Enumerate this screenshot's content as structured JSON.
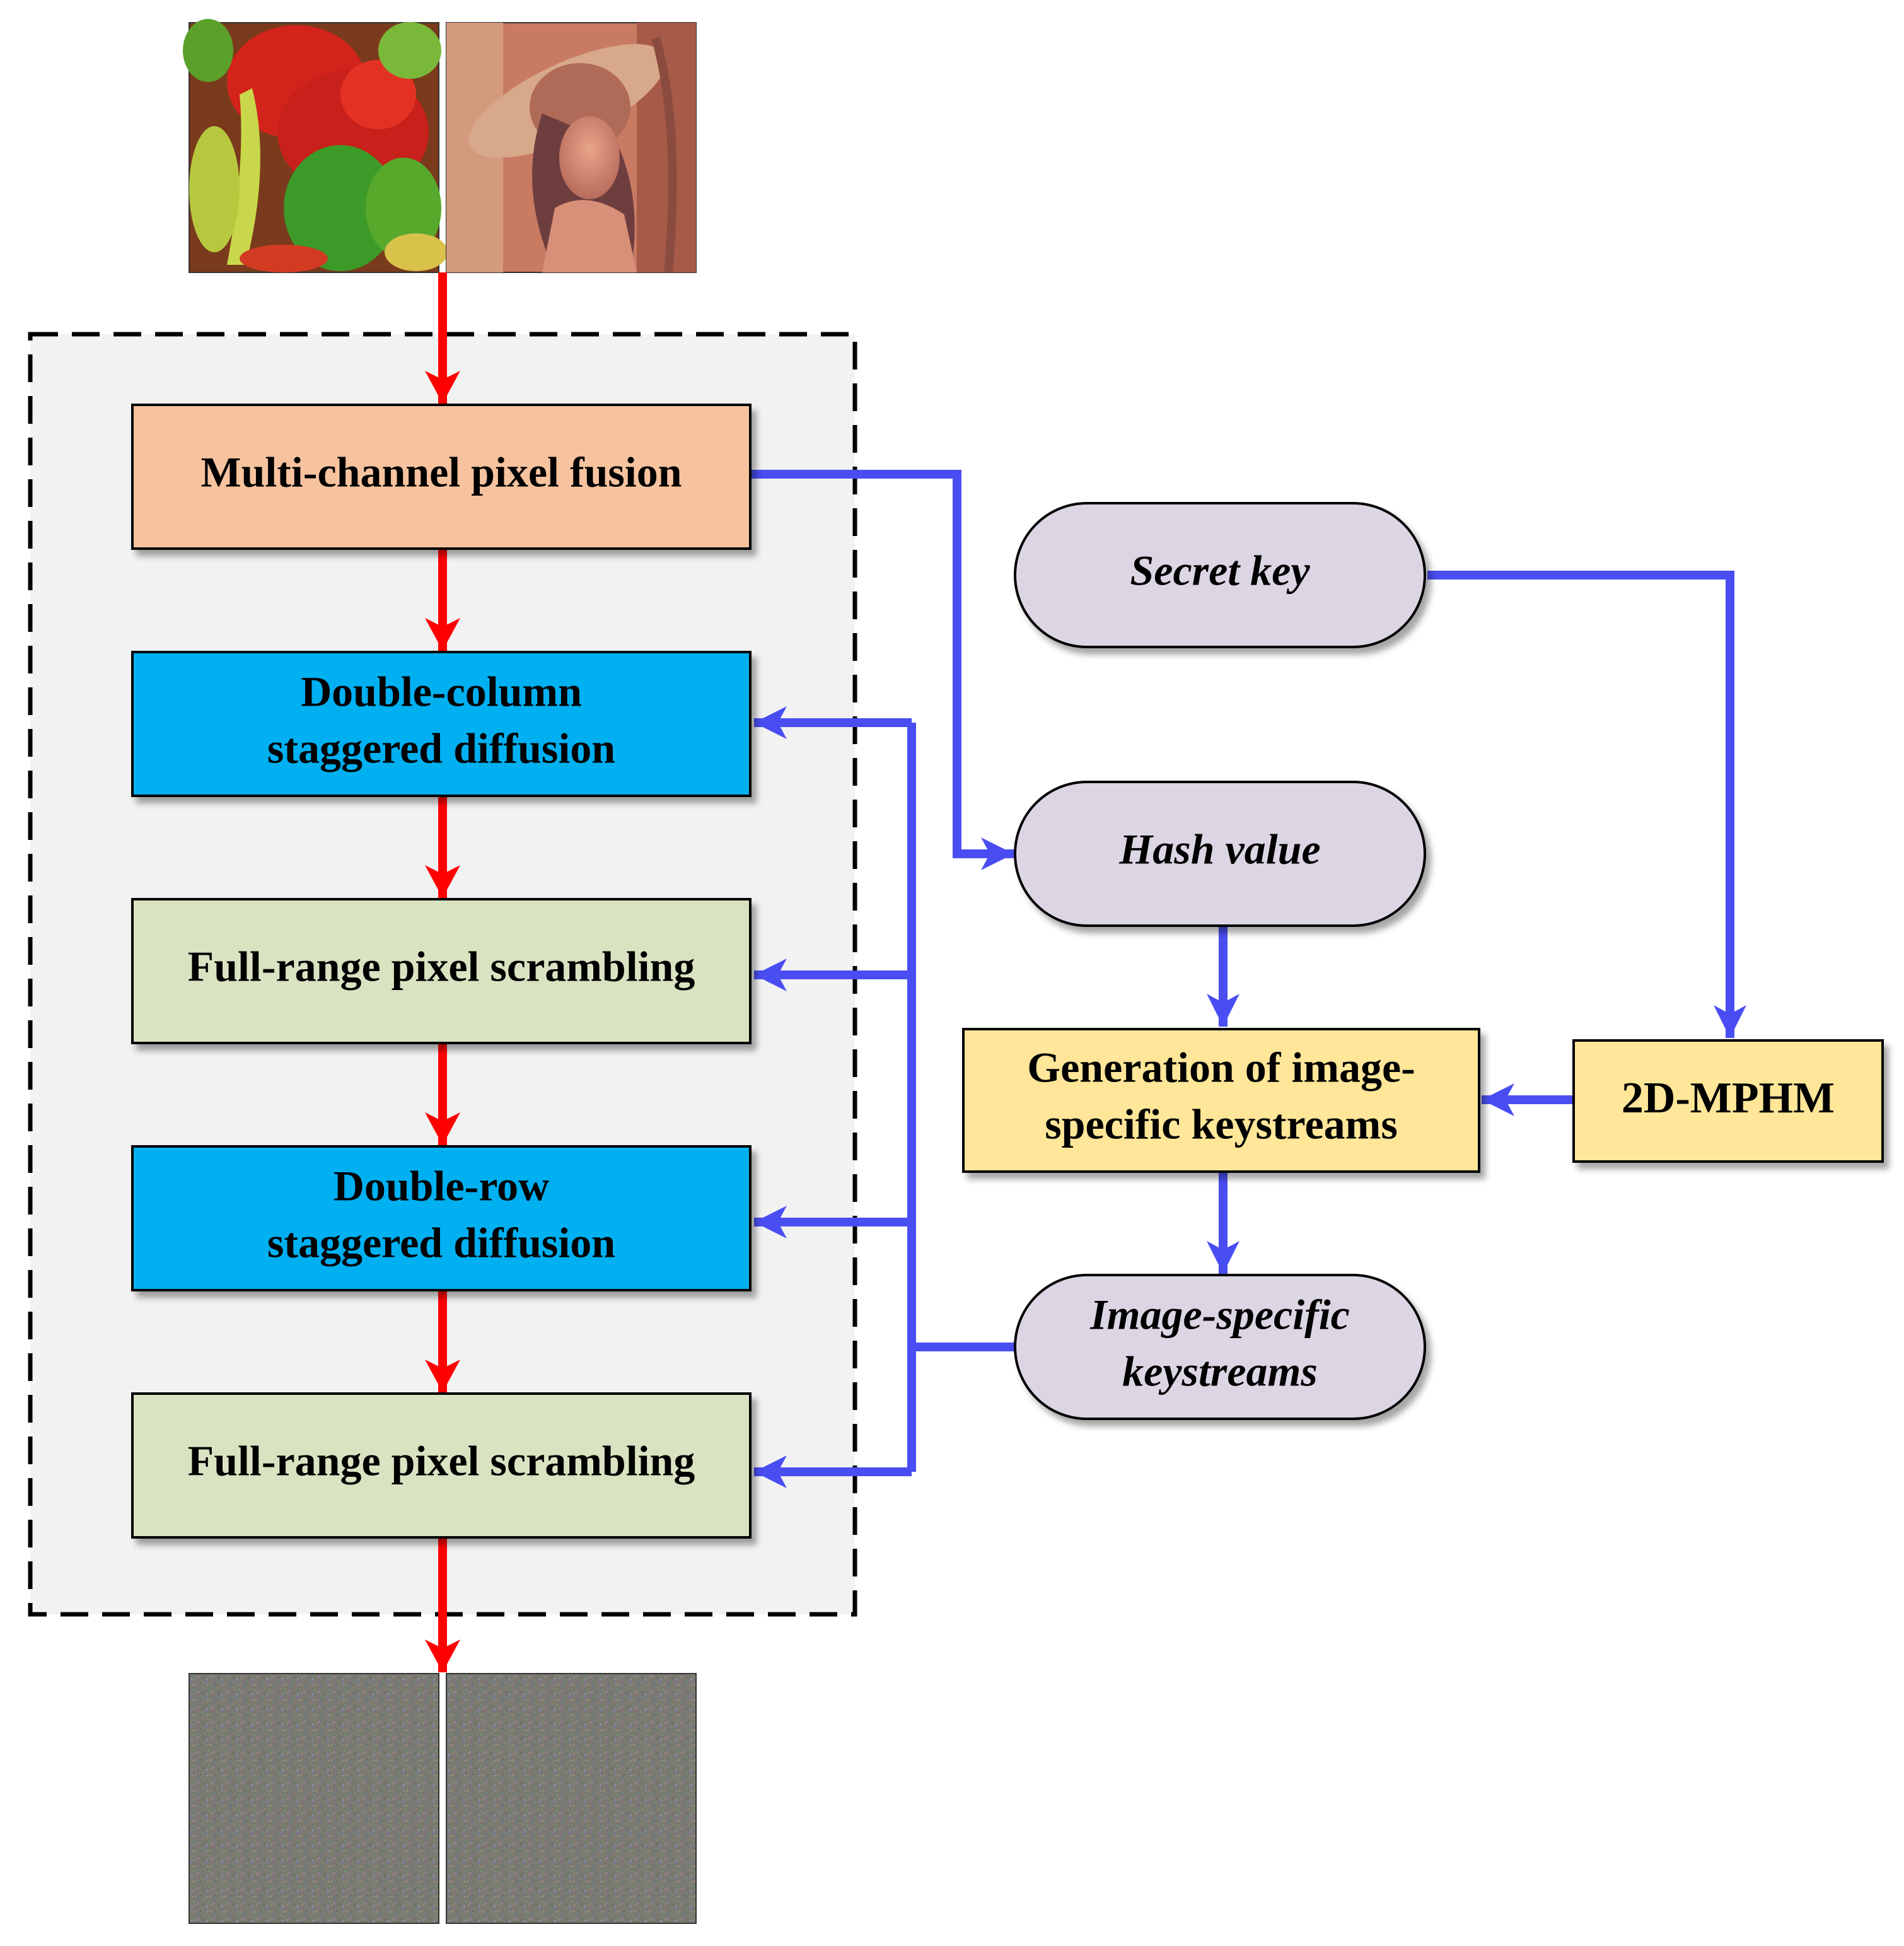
{
  "colors": {
    "red_arrow": "#ff0000",
    "blue_arrow": "#4a4ef2",
    "peach": "#f7c39f",
    "cyan": "#00b0f0",
    "sage": "#d9e3c2",
    "lavender": "#dcd6e4",
    "yellow": "#ffe699",
    "panel": "#f2f2f2"
  },
  "inputs": {
    "left_image": "peppers-image",
    "right_image": "lena-image"
  },
  "outputs": {
    "left_image": "encrypted-noise-image",
    "right_image": "encrypted-noise-image"
  },
  "steps": {
    "fusion": "Multi-channel pixel fusion",
    "col_diff_line1": "Double-column",
    "col_diff_line2": "staggered diffusion",
    "scramble1": "Full-range pixel scrambling",
    "row_diff_line1": "Double-row",
    "row_diff_line2": "staggered diffusion",
    "scramble2": "Full-range pixel scrambling"
  },
  "key_side": {
    "secret_key": "Secret key",
    "hash_value": "Hash value",
    "generation_line1": "Generation of image-",
    "generation_line2": "specific keystreams",
    "map": "2D-MPHM",
    "keystreams_line1": "Image-specific",
    "keystreams_line2": "keystreams"
  }
}
